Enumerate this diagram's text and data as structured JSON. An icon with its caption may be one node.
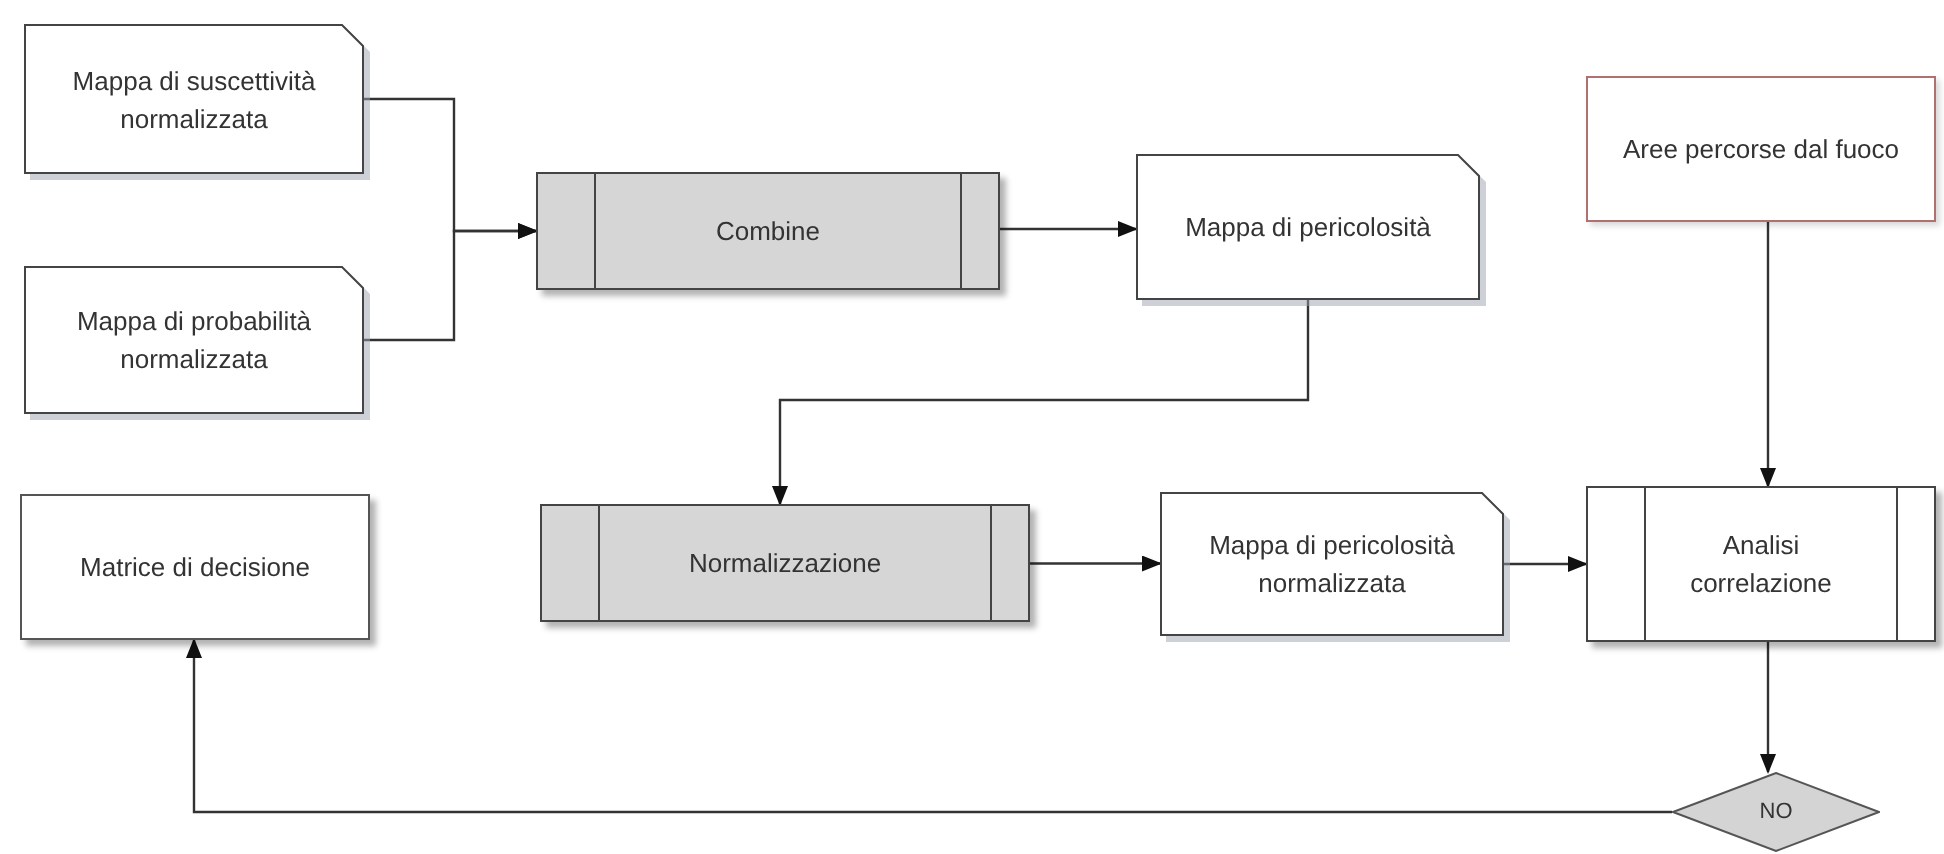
{
  "diagram": {
    "nodes": [
      {
        "text": [
          "Mappa di suscettività normalizzata"
        ]
      },
      {
        "text": [
          "Mappa di probabilità normalizzata"
        ]
      },
      {
        "text": [
          "Combine"
        ]
      },
      {
        "text": [
          "Mappa di pericolosità"
        ]
      },
      {
        "text": [
          "Aree percorse dal fuoco"
        ]
      },
      {
        "text": [
          "Matrice di decisione"
        ]
      },
      {
        "text": [
          "Normalizzazione"
        ]
      },
      {
        "text": [
          "Mappa di pericolosità normalizzata"
        ]
      },
      {
        "text": [
          "Analisi correlazione"
        ]
      },
      {
        "text": [
          "NO"
        ]
      }
    ],
    "edges": [
      {
        "from": 0,
        "to": 2,
        "arrow": "to"
      },
      {
        "from": 1,
        "to": 2,
        "arrow": "to"
      },
      {
        "from": 2,
        "to": 3,
        "arrow": "to"
      },
      {
        "from": 3,
        "to": 6,
        "arrow": "to"
      },
      {
        "from": 6,
        "to": 7,
        "arrow": "to"
      },
      {
        "from": 7,
        "to": 8,
        "arrow": "to"
      },
      {
        "from": 4,
        "to": 8,
        "arrow": "to"
      },
      {
        "from": 8,
        "to": 9,
        "arrow": "to"
      },
      {
        "from": 9,
        "to": 5,
        "arrow": "to"
      }
    ]
  }
}
